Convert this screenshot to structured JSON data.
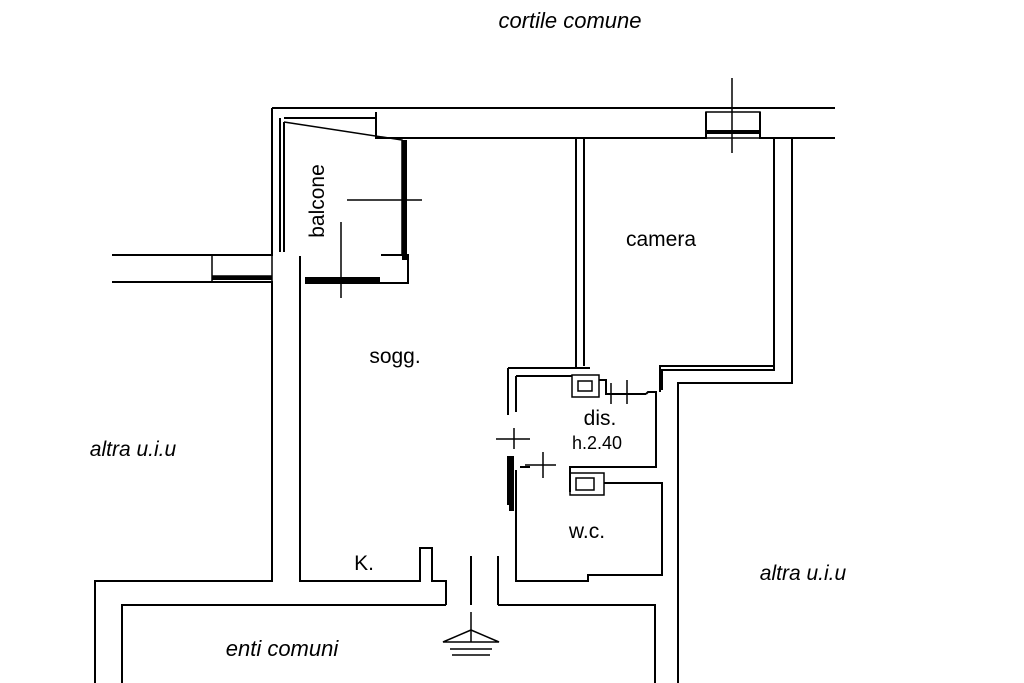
{
  "labels": {
    "cortile_comune": "cortile comune",
    "balcone": "balcone",
    "camera": "camera",
    "sogg": "sogg.",
    "dis": "dis.",
    "height": "h.2.40",
    "wc": "w.c.",
    "kitchen": "K.",
    "altra_left": "altra u.i.u",
    "altra_right": "altra u.i.u",
    "enti_comuni": "enti comuni"
  },
  "colors": {
    "ink": "#000000",
    "paper": "#ffffff"
  }
}
